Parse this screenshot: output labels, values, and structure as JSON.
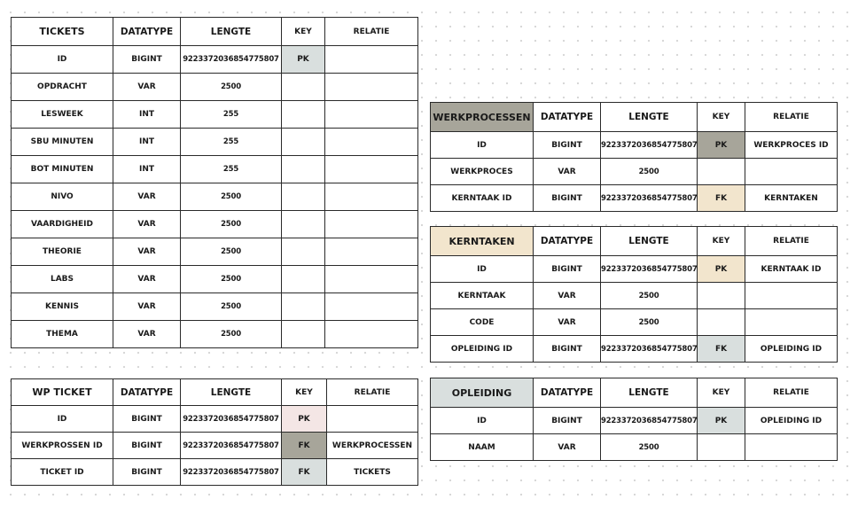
{
  "tables": {
    "tickets": {
      "headers": [
        "TICKETS",
        "DATATYPE",
        "LENGTE",
        "KEY",
        "RELATIE"
      ],
      "rows": [
        [
          "ID",
          "BIGINT",
          "9223372036854775807",
          "PK",
          ""
        ],
        [
          "OPDRACHT",
          "VAR",
          "2500",
          "",
          ""
        ],
        [
          "LESWEEK",
          "INT",
          "255",
          "",
          ""
        ],
        [
          "SBU MINUTEN",
          "INT",
          "255",
          "",
          ""
        ],
        [
          "BOT MINUTEN",
          "INT",
          "255",
          "",
          ""
        ],
        [
          "NIVO",
          "VAR",
          "2500",
          "",
          ""
        ],
        [
          "VAARDIGHEID",
          "VAR",
          "2500",
          "",
          ""
        ],
        [
          "THEORIE",
          "VAR",
          "2500",
          "",
          ""
        ],
        [
          "LABS",
          "VAR",
          "2500",
          "",
          ""
        ],
        [
          "KENNIS",
          "VAR",
          "2500",
          "",
          ""
        ],
        [
          "THEMA",
          "VAR",
          "2500",
          "",
          ""
        ]
      ]
    },
    "wp_ticket": {
      "headers": [
        "WP TICKET",
        "DATATYPE",
        "LENGTE",
        "KEY",
        "RELATIE"
      ],
      "rows": [
        [
          "ID",
          "BIGINT",
          "9223372036854775807",
          "PK",
          ""
        ],
        [
          "WERKPROSSEN ID",
          "BIGINT",
          "9223372036854775807",
          "FK",
          "WERKPROCESSEN"
        ],
        [
          "TICKET ID",
          "BIGINT",
          "9223372036854775807",
          "FK",
          "TICKETS"
        ]
      ]
    },
    "werkprocessen": {
      "headers": [
        "WERKPROCESSEN",
        "DATATYPE",
        "LENGTE",
        "KEY",
        "RELATIE"
      ],
      "rows": [
        [
          "ID",
          "BIGINT",
          "9223372036854775807",
          "PK",
          "WERKPROCES ID"
        ],
        [
          "WERKPROCES",
          "VAR",
          "2500",
          "",
          ""
        ],
        [
          "KERNTAAK ID",
          "BIGINT",
          "9223372036854775807",
          "FK",
          "KERNTAKEN"
        ]
      ]
    },
    "kerntaken": {
      "headers": [
        "KERNTAKEN",
        "DATATYPE",
        "LENGTE",
        "KEY",
        "RELATIE"
      ],
      "rows": [
        [
          "ID",
          "BIGINT",
          "9223372036854775807",
          "PK",
          "KERNTAAK ID"
        ],
        [
          "KERNTAAK",
          "VAR",
          "2500",
          "",
          ""
        ],
        [
          "CODE",
          "VAR",
          "2500",
          "",
          ""
        ],
        [
          "OPLEIDING ID",
          "BIGINT",
          "9223372036854775807",
          "FK",
          "OPLEIDING ID"
        ]
      ]
    },
    "opleiding": {
      "headers": [
        "OPLEIDING",
        "DATATYPE",
        "LENGTE",
        "KEY",
        "RELATIE"
      ],
      "rows": [
        [
          "ID",
          "BIGINT",
          "9223372036854775807",
          "PK",
          "OPLEIDING ID"
        ],
        [
          "NAAM",
          "VAR",
          "2500",
          "",
          ""
        ]
      ]
    }
  },
  "colors": {
    "grey": "#a7a59a",
    "light": "#d9dfde",
    "beige": "#f2e5cd",
    "pink": "#f4e6e5"
  }
}
